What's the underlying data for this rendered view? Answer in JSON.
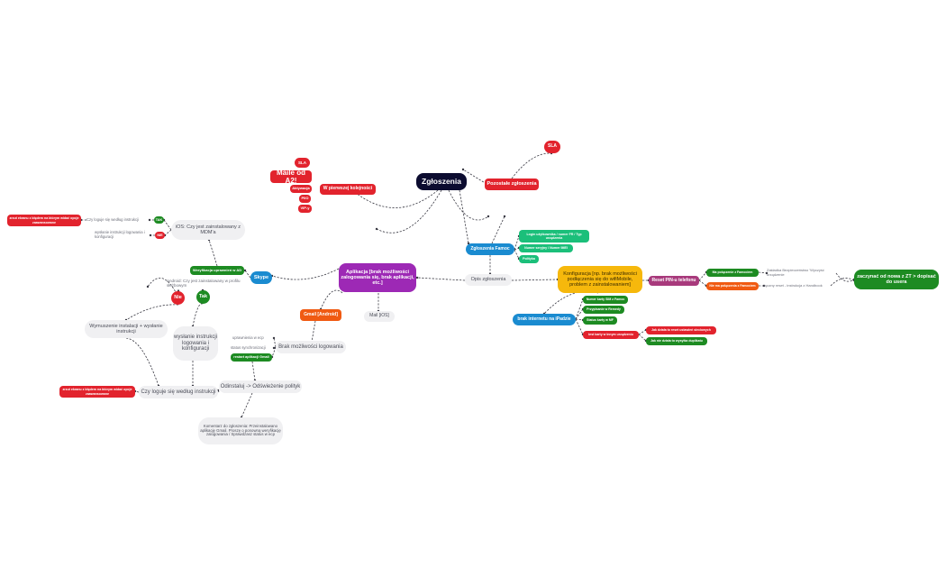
{
  "colors": {
    "navy": "#0c0c30",
    "red": "#e2232d",
    "green": "#1d8b22",
    "teal": "#1bbf7a",
    "blue": "#1a8bd0",
    "purple": "#9d29b5",
    "orange": "#f05a12",
    "yellow": "#f6b80c",
    "magenta": "#a83a7c",
    "grey": "#f0f0f2",
    "line": "#3a3a44"
  },
  "nodes": {
    "zgloszenia": "Zgłoszenia",
    "sla_top": "SLA",
    "pozostale": "Pozostałe zgłoszenia",
    "maile_a2": "Maile od A2!",
    "sla_left": "SLA",
    "w_pierwszej": "W pierwszej kolejności",
    "aktywacja": "Aktywacja",
    "piio": "PIIO",
    "vip": "VIP-y",
    "zgloszenia_famoc": "Zgłoszenia Famoc",
    "login_uzytkownika": "Login użytkownika / numer FR / Typ urządzenia",
    "numer_seryjny": "Numer seryjny / Numer IMEI",
    "polityka": "Polityka",
    "opis_zgloszenia": "Opis zgłoszenia",
    "aplikacja": "Aplikacja [brak możliwości zalogowania się, brak aplikacji, etc.]",
    "skype": "Skype",
    "gmail_android": "Gmail [Android]",
    "mail_ios": "Mail [iOS]",
    "konfiguracja": "Konfiguracja [np. brak możliwości podłączenia się do wifiMobile, problem z zainstalowaniem]",
    "reset_pin": "Reset PIN-u telefonu",
    "ma_polaczenie": "Ma połączenie z Famociem",
    "nie_ma_polaczenia": "Nie ma połączenia z Famociem",
    "zakladka": "Zakładka Bezpieczeństwo 'Wyczyść urządzenie",
    "reczny_reset": "ręczny reset - instrukcja z Handbook",
    "zaczynac": "zaczynać od nowa z ZT > dopisać do usera",
    "brak_internetu": "brak internetu na iPadzie",
    "numer_karty": "Numer karty SIM z Famoc",
    "przypisanie": "Przypisanie w Remedy",
    "status_karty": "Status karty w MF",
    "test_karty": "test karty w innym urządzeniu",
    "jak_dziala": "Jak działa to reset ustawień sieciowych",
    "jak_nie_dziala": "Jak nie działa to wysyłka duplikatu",
    "weryfikacja": "Weryfikacja uprawnień w AD",
    "ios_question": "iOS: Czy jest zainstalowany z MDM'a",
    "android_question": "Android: Czy jest zainstalowany w profilu służbowym",
    "tak_small": "TAK",
    "nie_small": "NIE",
    "czy_loguje_top": "Czy loguje się według instrukcji",
    "wyslanie_top": "wysłanie instrukcji logowania i konfiguracji",
    "zrzut_top": "zrzut ekranu z błędem na którym widać opcje zaawansowane",
    "nie_big": "Nie",
    "tak_big": "Tak",
    "wymuszenie": "Wymuszenie instalacji + wysłanie instrukcji",
    "wyslanie_mid": "wysłanie instrukcji logowania i konfiguracji",
    "uprawnienia": "uprawnienia w ecp",
    "status_sync": "status synchronizacji",
    "restart_gmail": "restart aplikacji Gmail",
    "brak_logowania": "Brak możliwości logowania",
    "odinstaluj": "Odinstaluj -> Odświeżenie polityk",
    "czy_loguje_bottom": "Czy loguje się według instrukcji",
    "zrzut_bottom": "zrzut ekranu z błędem na którym widać opcje zaawansowane",
    "komentarz": "Komentarz do zgłoszenia: Przeinstalowano aplikację Gmail. Proszę o ponowną weryfikację zalogowania / Sprawdzasz status w ecp"
  }
}
